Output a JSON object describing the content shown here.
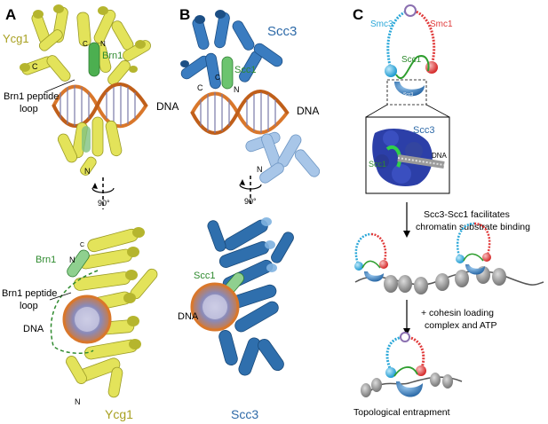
{
  "panels": {
    "a": "A",
    "b": "B",
    "c": "C"
  },
  "panel_a": {
    "top_protein": "Ycg1",
    "peptide": "Brn1",
    "term_c": "C",
    "term_n": "N",
    "term_c2": "C",
    "dna": "DNA",
    "loop_line1": "Brn1 peptide",
    "loop_line2": "loop",
    "term_n_lower": "N",
    "rotation": "90°",
    "bottom_peptide": "Brn1",
    "bottom_n": "N",
    "bottom_c": "C",
    "bottom_loop_line1": "Brn1 peptide",
    "bottom_loop_line2": "loop",
    "bottom_dna": "DNA",
    "bottom_n2": "N",
    "bottom_protein": "Ycg1"
  },
  "panel_b": {
    "top_protein": "Scc3",
    "peptide": "Scc1",
    "term_c": "C",
    "term_c2": "C",
    "term_n": "N",
    "dna": "DNA",
    "term_n_lower": "N",
    "rotation": "90°",
    "bottom_peptide": "Scc1",
    "bottom_dna": "DNA",
    "bottom_protein": "Scc3"
  },
  "panel_c": {
    "smc3": "Smc3",
    "smc1": "Smc1",
    "scc1": "Scc1",
    "scc3_small": "Scc3",
    "inset_scc3": "Scc3",
    "inset_scc1": "Scc1",
    "inset_dna": "DNA",
    "step1_line1": "Scc3-Scc1 facilitates",
    "step1_line2": "chromatin substrate binding",
    "step2_line1": "+ cohesin loading",
    "step2_line2": "complex and ATP",
    "final": "Topological entrapment"
  },
  "colors": {
    "ycg1": "#d9d94a",
    "ycg1_dark": "#a8a830",
    "brn1": "#4caf50",
    "scc3": "#2f6fad",
    "scc3_light": "#9dbfe3",
    "scc1": "#3aa845",
    "dna": "#d9772b",
    "dna_inner": "#7a7aa8",
    "smc3": "#2aa7d8",
    "smc1": "#e03a3a",
    "label_ycg1": "#a8a020",
    "label_scc3": "#2e6aa8",
    "label_green": "#2e8a2e"
  }
}
